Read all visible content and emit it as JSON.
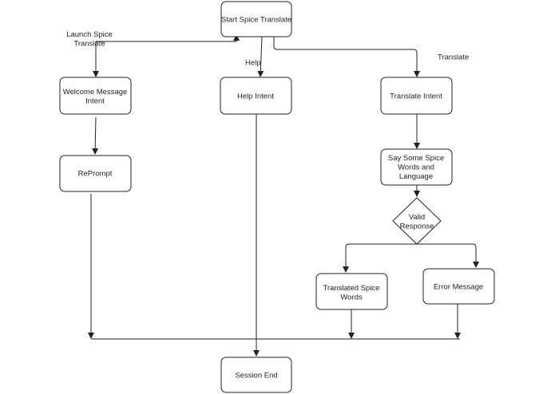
{
  "nodes": {
    "start": {
      "lines": [
        "Start Spice Translate"
      ]
    },
    "welcome": {
      "lines": [
        "Welcome Message",
        "Intent"
      ]
    },
    "help": {
      "lines": [
        "Help Intent"
      ]
    },
    "translate": {
      "lines": [
        "Translate Intent"
      ]
    },
    "reprompt": {
      "lines": [
        "RePrompt"
      ]
    },
    "say_words": {
      "lines": [
        "Say Some Spice",
        "Words and",
        "Language"
      ]
    },
    "valid": {
      "lines": [
        "Valid",
        "Response"
      ]
    },
    "translated": {
      "lines": [
        "Translated Spice",
        "Words"
      ]
    },
    "error": {
      "lines": [
        "Error Message"
      ]
    },
    "session_end": {
      "lines": [
        "Session End"
      ]
    }
  },
  "labels": {
    "launch": {
      "lines": [
        "Launch Spice",
        "Translate"
      ]
    },
    "help": {
      "lines": [
        "Help"
      ]
    },
    "translate": {
      "lines": [
        "Translate"
      ]
    }
  },
  "colors": {
    "stroke": "#222222",
    "fill": "#ffffff",
    "text": "#222222"
  }
}
